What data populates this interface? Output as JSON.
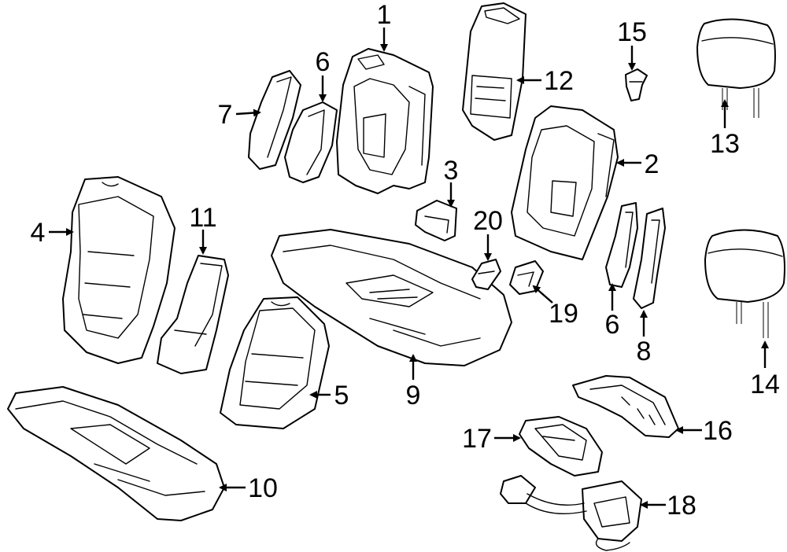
{
  "callouts": [
    "1",
    "2",
    "3",
    "4",
    "5",
    "6",
    "6",
    "7",
    "8",
    "9",
    "10",
    "11",
    "12",
    "13",
    "14",
    "15",
    "16",
    "17",
    "18",
    "19",
    "20"
  ],
  "callout_map": {
    "c1": "1",
    "c2": "2",
    "c3": "3",
    "c4": "4",
    "c5": "5",
    "c6a": "6",
    "c6b": "6",
    "c7": "7",
    "c8": "8",
    "c9": "9",
    "c10": "10",
    "c11": "11",
    "c12": "12",
    "c13": "13",
    "c14": "14",
    "c15": "15",
    "c16": "16",
    "c17": "17",
    "c18": "18",
    "c19": "19",
    "c20": "20"
  }
}
